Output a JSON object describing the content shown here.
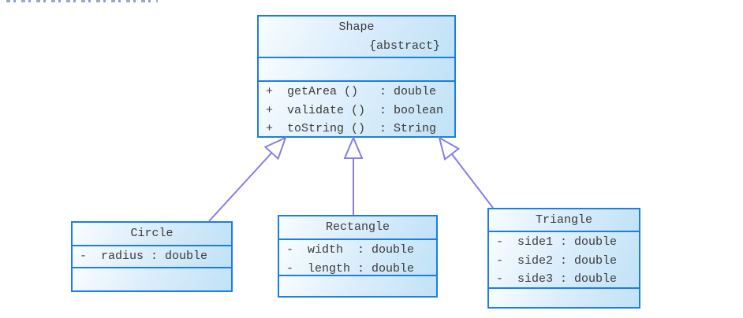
{
  "diagram": {
    "type": "uml-class-diagram",
    "classes": [
      {
        "name": "Shape",
        "stereotype": "{abstract}",
        "attributes": [],
        "methods": [
          "+  getArea ()   : double",
          "+  validate ()  : boolean",
          "+  toString ()  : String"
        ]
      },
      {
        "name": "Circle",
        "attributes": [
          "-  radius : double"
        ],
        "methods": []
      },
      {
        "name": "Rectangle",
        "attributes": [
          "-  width  : double",
          "-  length : double"
        ],
        "methods": []
      },
      {
        "name": "Triangle",
        "attributes": [
          "-  side1 : double",
          "-  side2 : double",
          "-  side3 : double"
        ],
        "methods": []
      }
    ],
    "relationships": [
      {
        "from": "Circle",
        "to": "Shape",
        "type": "generalization"
      },
      {
        "from": "Rectangle",
        "to": "Shape",
        "type": "generalization"
      },
      {
        "from": "Triangle",
        "to": "Shape",
        "type": "generalization"
      }
    ],
    "colors": {
      "box_border": "#1a7ee6",
      "box_fill_light": "#f9fdff",
      "box_fill_dark": "#c0e2f7",
      "arrow": "#867ee8",
      "text": "#3a3a3a"
    }
  }
}
